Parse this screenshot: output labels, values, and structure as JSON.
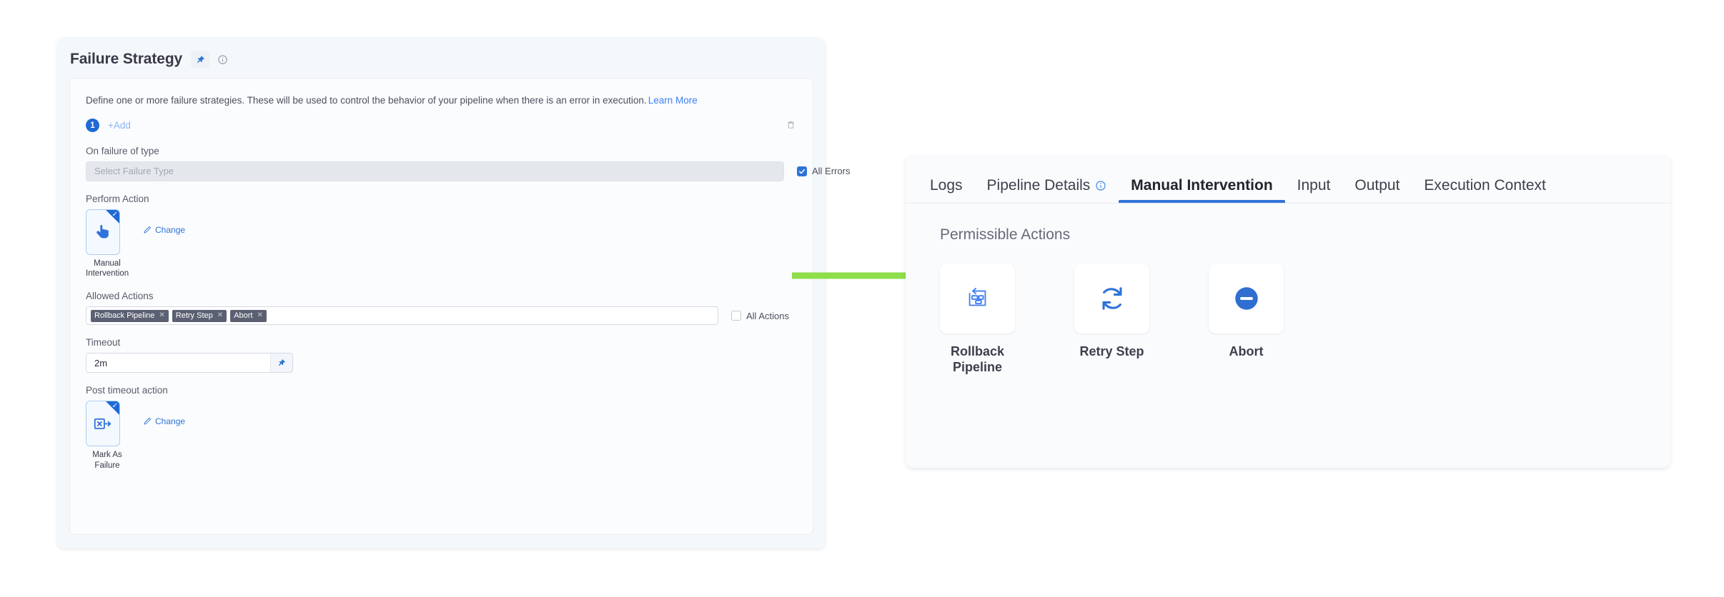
{
  "left_panel": {
    "title": "Failure Strategy",
    "pin_icon": "pin-icon",
    "info_icon": "info-icon",
    "description": "Define one or more failure strategies. These will be used to control the behavior of your pipeline when there is an error in execution.",
    "learn_more_label": "Learn More",
    "strategy_index": "1",
    "add_label": "+Add",
    "delete_icon": "trash-icon",
    "on_failure_of_type": {
      "label": "On failure of type",
      "select_placeholder": "Select Failure Type",
      "select_value": "",
      "checkbox_label": "All Errors",
      "checkbox_checked": true
    },
    "perform_action": {
      "label": "Perform Action",
      "selected_name": "Manual Intervention",
      "selected_icon": "manual-intervention-icon",
      "change_label": "Change",
      "selected": true
    },
    "allowed_actions": {
      "label": "Allowed Actions",
      "chips": [
        {
          "label": "Rollback Pipeline"
        },
        {
          "label": "Retry Step"
        },
        {
          "label": "Abort"
        }
      ],
      "checkbox_label": "All Actions",
      "checkbox_checked": false
    },
    "timeout": {
      "label": "Timeout",
      "value": "2m",
      "pin_icon": "pin-icon"
    },
    "post_timeout_action": {
      "label": "Post timeout action",
      "selected_name": "Mark As Failure",
      "selected_icon": "mark-as-failure-icon",
      "change_label": "Change",
      "selected": true
    }
  },
  "arrow": {
    "color": "#8ede4a",
    "direction": "right"
  },
  "right_panel": {
    "tabs": [
      {
        "label": "Logs",
        "active": false,
        "has_info_icon": false
      },
      {
        "label": "Pipeline Details",
        "active": false,
        "has_info_icon": true
      },
      {
        "label": "Manual Intervention",
        "active": true,
        "has_info_icon": false
      },
      {
        "label": "Input",
        "active": false,
        "has_info_icon": false
      },
      {
        "label": "Output",
        "active": false,
        "has_info_icon": false
      },
      {
        "label": "Execution Context",
        "active": false,
        "has_info_icon": false
      }
    ],
    "section_title": "Permissible Actions",
    "actions": [
      {
        "label": "Rollback Pipeline",
        "icon": "rollback-pipeline-icon"
      },
      {
        "label": "Retry Step",
        "icon": "retry-step-icon"
      },
      {
        "label": "Abort",
        "icon": "abort-icon"
      }
    ]
  },
  "colors": {
    "accent_blue": "#2f73d8",
    "badge_blue": "#1f6ad4",
    "chip_slate": "#5b6172",
    "arrow_green": "#8ede4a"
  }
}
